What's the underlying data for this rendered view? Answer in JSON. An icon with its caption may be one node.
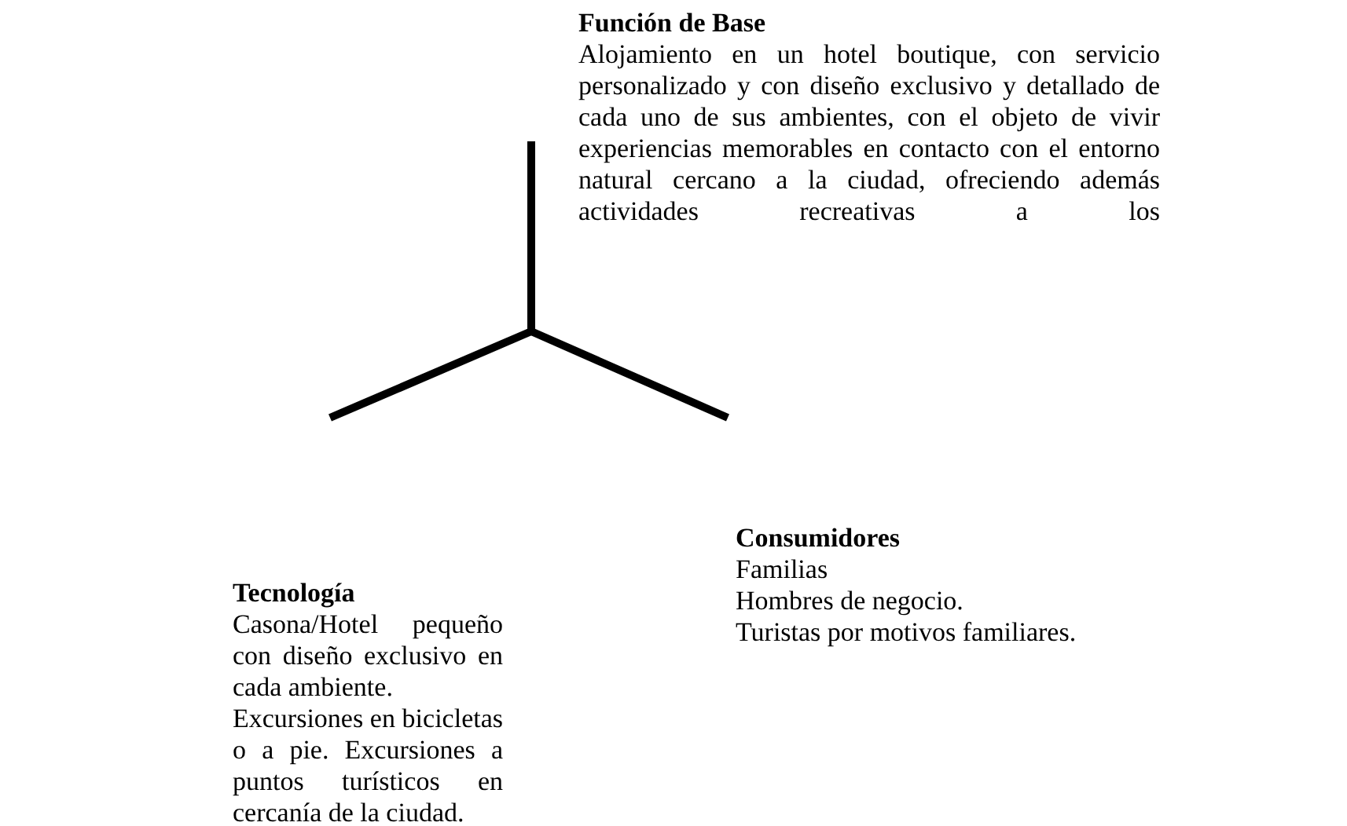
{
  "diagram": {
    "nodes": [
      {
        "text": [
          "Función de Base",
          "Alojamiento en un hotel boutique, con servicio personalizado y con diseño exclusivo y detallado de cada uno de sus ambientes, con el objeto de vivir experiencias memorables en contacto con el entorno natural cercano a la ciudad, ofreciendo además actividades recreativas a los"
        ]
      },
      {
        "text": [
          "Tecnología",
          "Casona/Hotel pequeño con diseño exclusivo en cada ambiente.",
          "Excursiones en bicicletas o a pie. Excursiones a puntos turísticos en cercanía de la ciudad."
        ]
      },
      {
        "text": [
          "Consumidores",
          "Familias",
          "Hombres de negocio.",
          "Turistas por motivos familiares."
        ]
      }
    ]
  }
}
